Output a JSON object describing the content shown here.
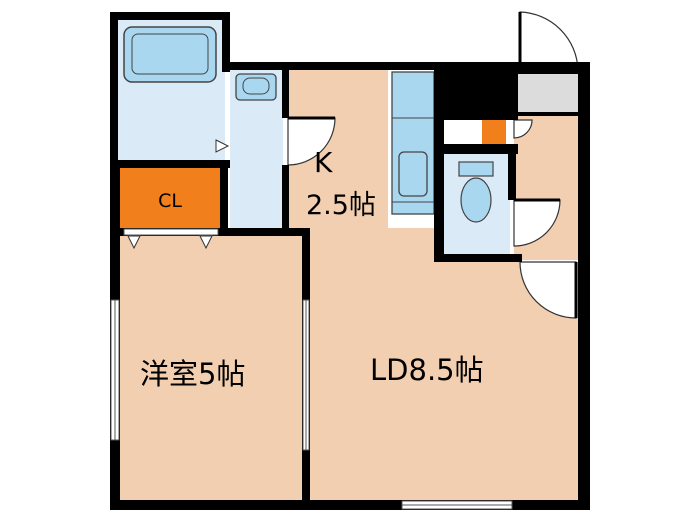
{
  "rooms": {
    "kitchen": {
      "name": "K",
      "size": "2.5帖"
    },
    "closet": {
      "name": "CL"
    },
    "western_room": {
      "name": "洋室5帖"
    },
    "living_dining": {
      "name": "LD8.5帖"
    }
  },
  "colors": {
    "wall": "#000000",
    "floor": "#f2cfb0",
    "wet_area": "#dbeaf7",
    "fixture": "#a9d7f0",
    "closet": "#f07f1c",
    "storage": "#dcdcdc",
    "outline": "#333333"
  }
}
